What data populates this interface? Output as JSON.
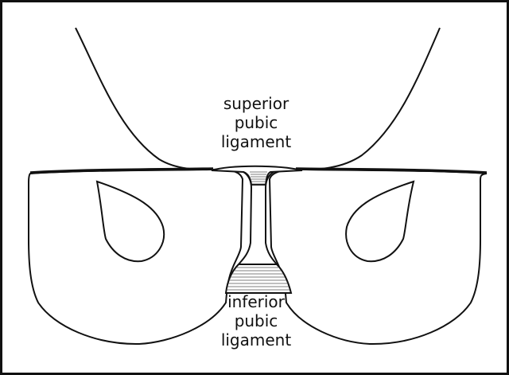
{
  "diagram": {
    "labels": {
      "superior": [
        "superior",
        "pubic",
        "ligament"
      ],
      "inferior": [
        "inferior",
        "pubic",
        "ligament"
      ]
    },
    "colors": {
      "stroke": "#111111",
      "fill": "#ffffff",
      "ligament_line": "#555555"
    }
  }
}
